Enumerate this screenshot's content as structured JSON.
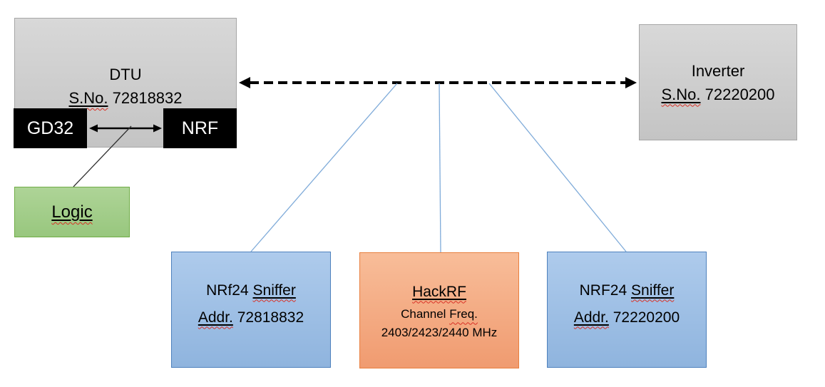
{
  "nodes": {
    "dtu": {
      "title": "DTU",
      "serial_label": "S.No.",
      "serial_number": "72818832"
    },
    "gd32": {
      "label": "GD32"
    },
    "nrf": {
      "label": "NRF"
    },
    "logic": {
      "label": "Logic"
    },
    "inverter": {
      "title": "Inverter",
      "serial_label": "S.No.",
      "serial_number": "72220200"
    },
    "sniffer_left": {
      "model": "NRf24",
      "role": "Sniffer",
      "addr_label": "Addr.",
      "address": "72818832"
    },
    "hackrf": {
      "title": "HackRF",
      "channel_word": "Channel",
      "freq_word": "Freq.",
      "frequencies": "2403/2423/2440 MHz"
    },
    "sniffer_right": {
      "model": "NRF24",
      "role": "Sniffer",
      "addr_label": "Addr.",
      "address": "72220200"
    }
  },
  "connectors": [
    {
      "id": "dtu-inverter-link",
      "type": "dashed-double-arrow",
      "color": "#000000"
    },
    {
      "id": "gd32-nrf-link",
      "type": "double-arrow",
      "color": "#000000"
    },
    {
      "id": "arrow-to-logic",
      "type": "line",
      "color": "#303030"
    },
    {
      "id": "link-to-sniffer-left",
      "type": "line",
      "color": "#7fabd9"
    },
    {
      "id": "link-to-hackrf",
      "type": "line",
      "color": "#7fabd9"
    },
    {
      "id": "link-to-sniffer-right",
      "type": "line",
      "color": "#7fabd9"
    }
  ],
  "colors": {
    "background": "#ffffff",
    "text": "#000000",
    "box_gray": "#cdcdcd",
    "box_gray_border": "#a6a6a6",
    "chip_black": "#000000",
    "chip_text": "#ffffff",
    "logic_green": "#a5cf8d",
    "logic_green_border": "#70ad47",
    "sniffer_blue": "#9fc0e6",
    "sniffer_blue_border": "#4e81bd",
    "hackrf_orange": "#f4aa80",
    "hackrf_orange_border": "#e8803f",
    "connector_blue": "#7fabd9",
    "spellcheck_red": "#d93025"
  }
}
